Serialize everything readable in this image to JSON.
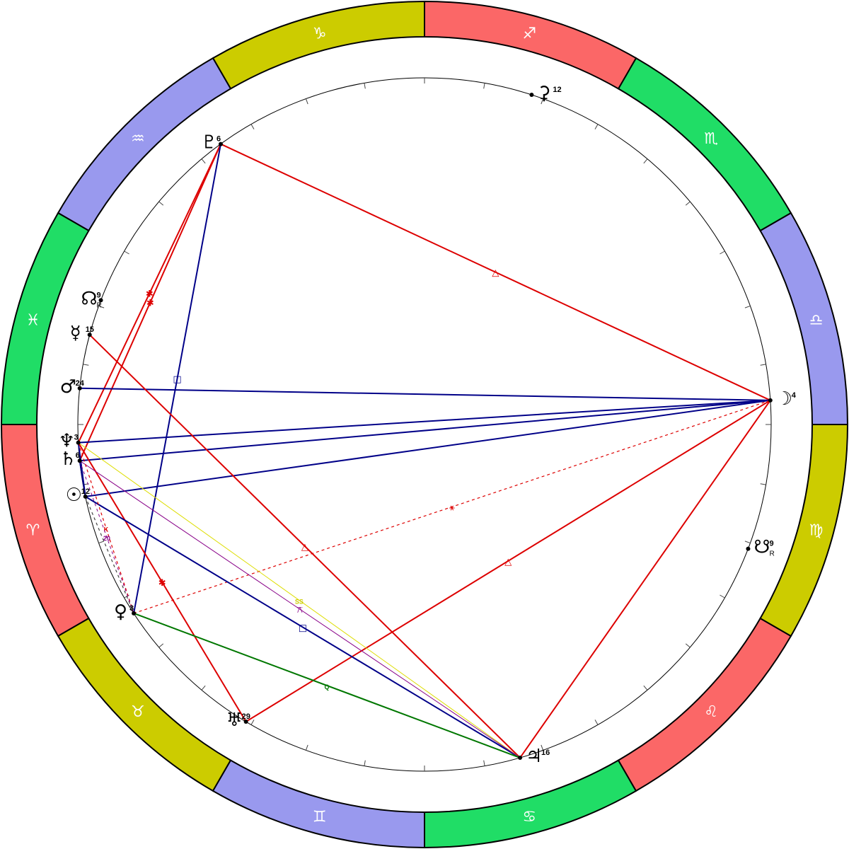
{
  "signs": [
    {
      "name": "aries",
      "glyph": "♈",
      "color": "#fb6767"
    },
    {
      "name": "taurus",
      "glyph": "♉",
      "color": "#cccc00"
    },
    {
      "name": "gemini",
      "glyph": "♊",
      "color": "#9999ee"
    },
    {
      "name": "cancer",
      "glyph": "♋",
      "color": "#20dd66"
    },
    {
      "name": "leo",
      "glyph": "♌",
      "color": "#fb6767"
    },
    {
      "name": "virgo",
      "glyph": "♍",
      "color": "#cccc00"
    },
    {
      "name": "libra",
      "glyph": "♎",
      "color": "#9999ee"
    },
    {
      "name": "scorpio",
      "glyph": "♏",
      "color": "#20dd66"
    },
    {
      "name": "sagittarius",
      "glyph": "♐",
      "color": "#fb6767"
    },
    {
      "name": "capricorn",
      "glyph": "♑",
      "color": "#cccc00"
    },
    {
      "name": "aquarius",
      "glyph": "♒",
      "color": "#9999ee"
    },
    {
      "name": "pisces",
      "glyph": "♓",
      "color": "#20dd66"
    }
  ],
  "planets": [
    {
      "id": "moon",
      "glyph": "☽",
      "deg": "4",
      "retro": "",
      "lon": 184
    },
    {
      "id": "jupiter",
      "glyph": "♃",
      "deg": "16",
      "retro": "",
      "lon": 106
    },
    {
      "id": "uranus",
      "glyph": "♅",
      "deg": "29",
      "retro": "",
      "lon": 59
    },
    {
      "id": "venus",
      "glyph": "♀",
      "deg": "3",
      "retro": "",
      "lon": 33
    },
    {
      "id": "sun",
      "glyph": "☉",
      "deg": "12",
      "retro": "",
      "lon": 12
    },
    {
      "id": "saturn",
      "glyph": "♄",
      "deg": "6",
      "retro": "",
      "lon": 6
    },
    {
      "id": "neptune",
      "glyph": "♆",
      "deg": "3",
      "retro": "",
      "lon": 3
    },
    {
      "id": "mars",
      "glyph": "♂",
      "deg": "24",
      "retro": "",
      "lon": 354
    },
    {
      "id": "mercury",
      "glyph": "☿",
      "deg": "15",
      "retro": "",
      "lon": 345
    },
    {
      "id": "north-node",
      "glyph": "☊",
      "deg": "9",
      "retro": "R",
      "lon": 339
    },
    {
      "id": "pluto",
      "glyph": "♇",
      "deg": "6",
      "retro": "",
      "lon": 306
    },
    {
      "id": "chiron",
      "glyph": "⚳",
      "deg": "12",
      "retro": "",
      "lon": 252
    },
    {
      "id": "south-node",
      "glyph": "☋",
      "deg": "9",
      "retro": "R",
      "lon": 159
    }
  ],
  "aspects": [
    {
      "from": "pluto",
      "to": "moon",
      "color": "#dd0000",
      "glyph": "△",
      "dashed": false
    },
    {
      "from": "pluto",
      "to": "neptune",
      "color": "#dd0000",
      "glyph": "✱",
      "dashed": false
    },
    {
      "from": "pluto",
      "to": "saturn",
      "color": "#dd0000",
      "glyph": "✱",
      "dashed": false
    },
    {
      "from": "pluto",
      "to": "venus",
      "color": "#000088",
      "glyph": "□",
      "dashed": false
    },
    {
      "from": "mars",
      "to": "moon",
      "color": "#000088",
      "glyph": "",
      "dashed": false
    },
    {
      "from": "neptune",
      "to": "moon",
      "color": "#000088",
      "glyph": "",
      "dashed": false
    },
    {
      "from": "saturn",
      "to": "moon",
      "color": "#000088",
      "glyph": "",
      "dashed": false
    },
    {
      "from": "sun",
      "to": "moon",
      "color": "#000088",
      "glyph": "",
      "dashed": false
    },
    {
      "from": "venus",
      "to": "moon",
      "color": "#dd0000",
      "glyph": "⚹",
      "dashed": true
    },
    {
      "from": "jupiter",
      "to": "moon",
      "color": "#dd0000",
      "glyph": "",
      "dashed": false
    },
    {
      "from": "uranus",
      "to": "moon",
      "color": "#dd0000",
      "glyph": "△",
      "dashed": false
    },
    {
      "from": "mercury",
      "to": "jupiter",
      "color": "#dd0000",
      "glyph": "△",
      "dashed": false
    },
    {
      "from": "neptune",
      "to": "uranus",
      "color": "#dd0000",
      "glyph": "✱",
      "dashed": false
    },
    {
      "from": "sun",
      "to": "jupiter",
      "color": "#000088",
      "glyph": "□",
      "dashed": false
    },
    {
      "from": "neptune",
      "to": "jupiter",
      "color": "#dddd00",
      "glyph": "SS",
      "dashed": false
    },
    {
      "from": "saturn",
      "to": "jupiter",
      "color": "#880088",
      "glyph": "⚻",
      "dashed": false
    },
    {
      "from": "venus",
      "to": "jupiter",
      "color": "#007700",
      "glyph": "Q",
      "dashed": false
    },
    {
      "from": "neptune",
      "to": "sun",
      "color": "#000088",
      "glyph": "",
      "dashed": false
    },
    {
      "from": "saturn",
      "to": "sun",
      "color": "#000088",
      "glyph": "",
      "dashed": false
    },
    {
      "from": "neptune",
      "to": "venus",
      "color": "#dd0000",
      "glyph": "K",
      "dashed": true
    },
    {
      "from": "saturn",
      "to": "venus",
      "color": "#880088",
      "glyph": "20",
      "dashed": true
    },
    {
      "from": "sun",
      "to": "venus",
      "color": "#444444",
      "glyph": "",
      "dashed": true
    }
  ]
}
